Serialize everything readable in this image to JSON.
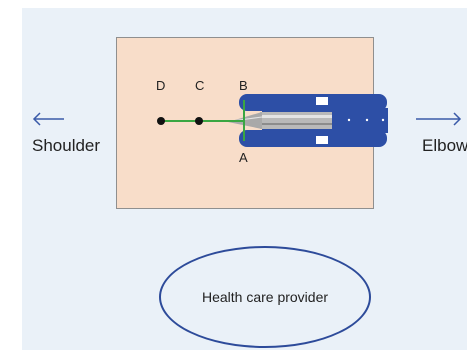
{
  "labels": {
    "shoulder": "Shoulder",
    "elbow": "Elbow",
    "point_a": "A",
    "point_b": "B",
    "point_c": "C",
    "point_d": "D",
    "provider": "Health care provider"
  },
  "colors": {
    "panel": "#eaf1f8",
    "skin": "#f8ddc9",
    "arrow": "#3a5aa8",
    "path_line": "#3aa642",
    "device_blue": "#2d4fa6",
    "needle": "#a9a9a9",
    "ellipse": "#2d4b9a"
  },
  "icons": {
    "left_arrow": "arrow-left-icon",
    "right_arrow": "arrow-right-icon"
  }
}
